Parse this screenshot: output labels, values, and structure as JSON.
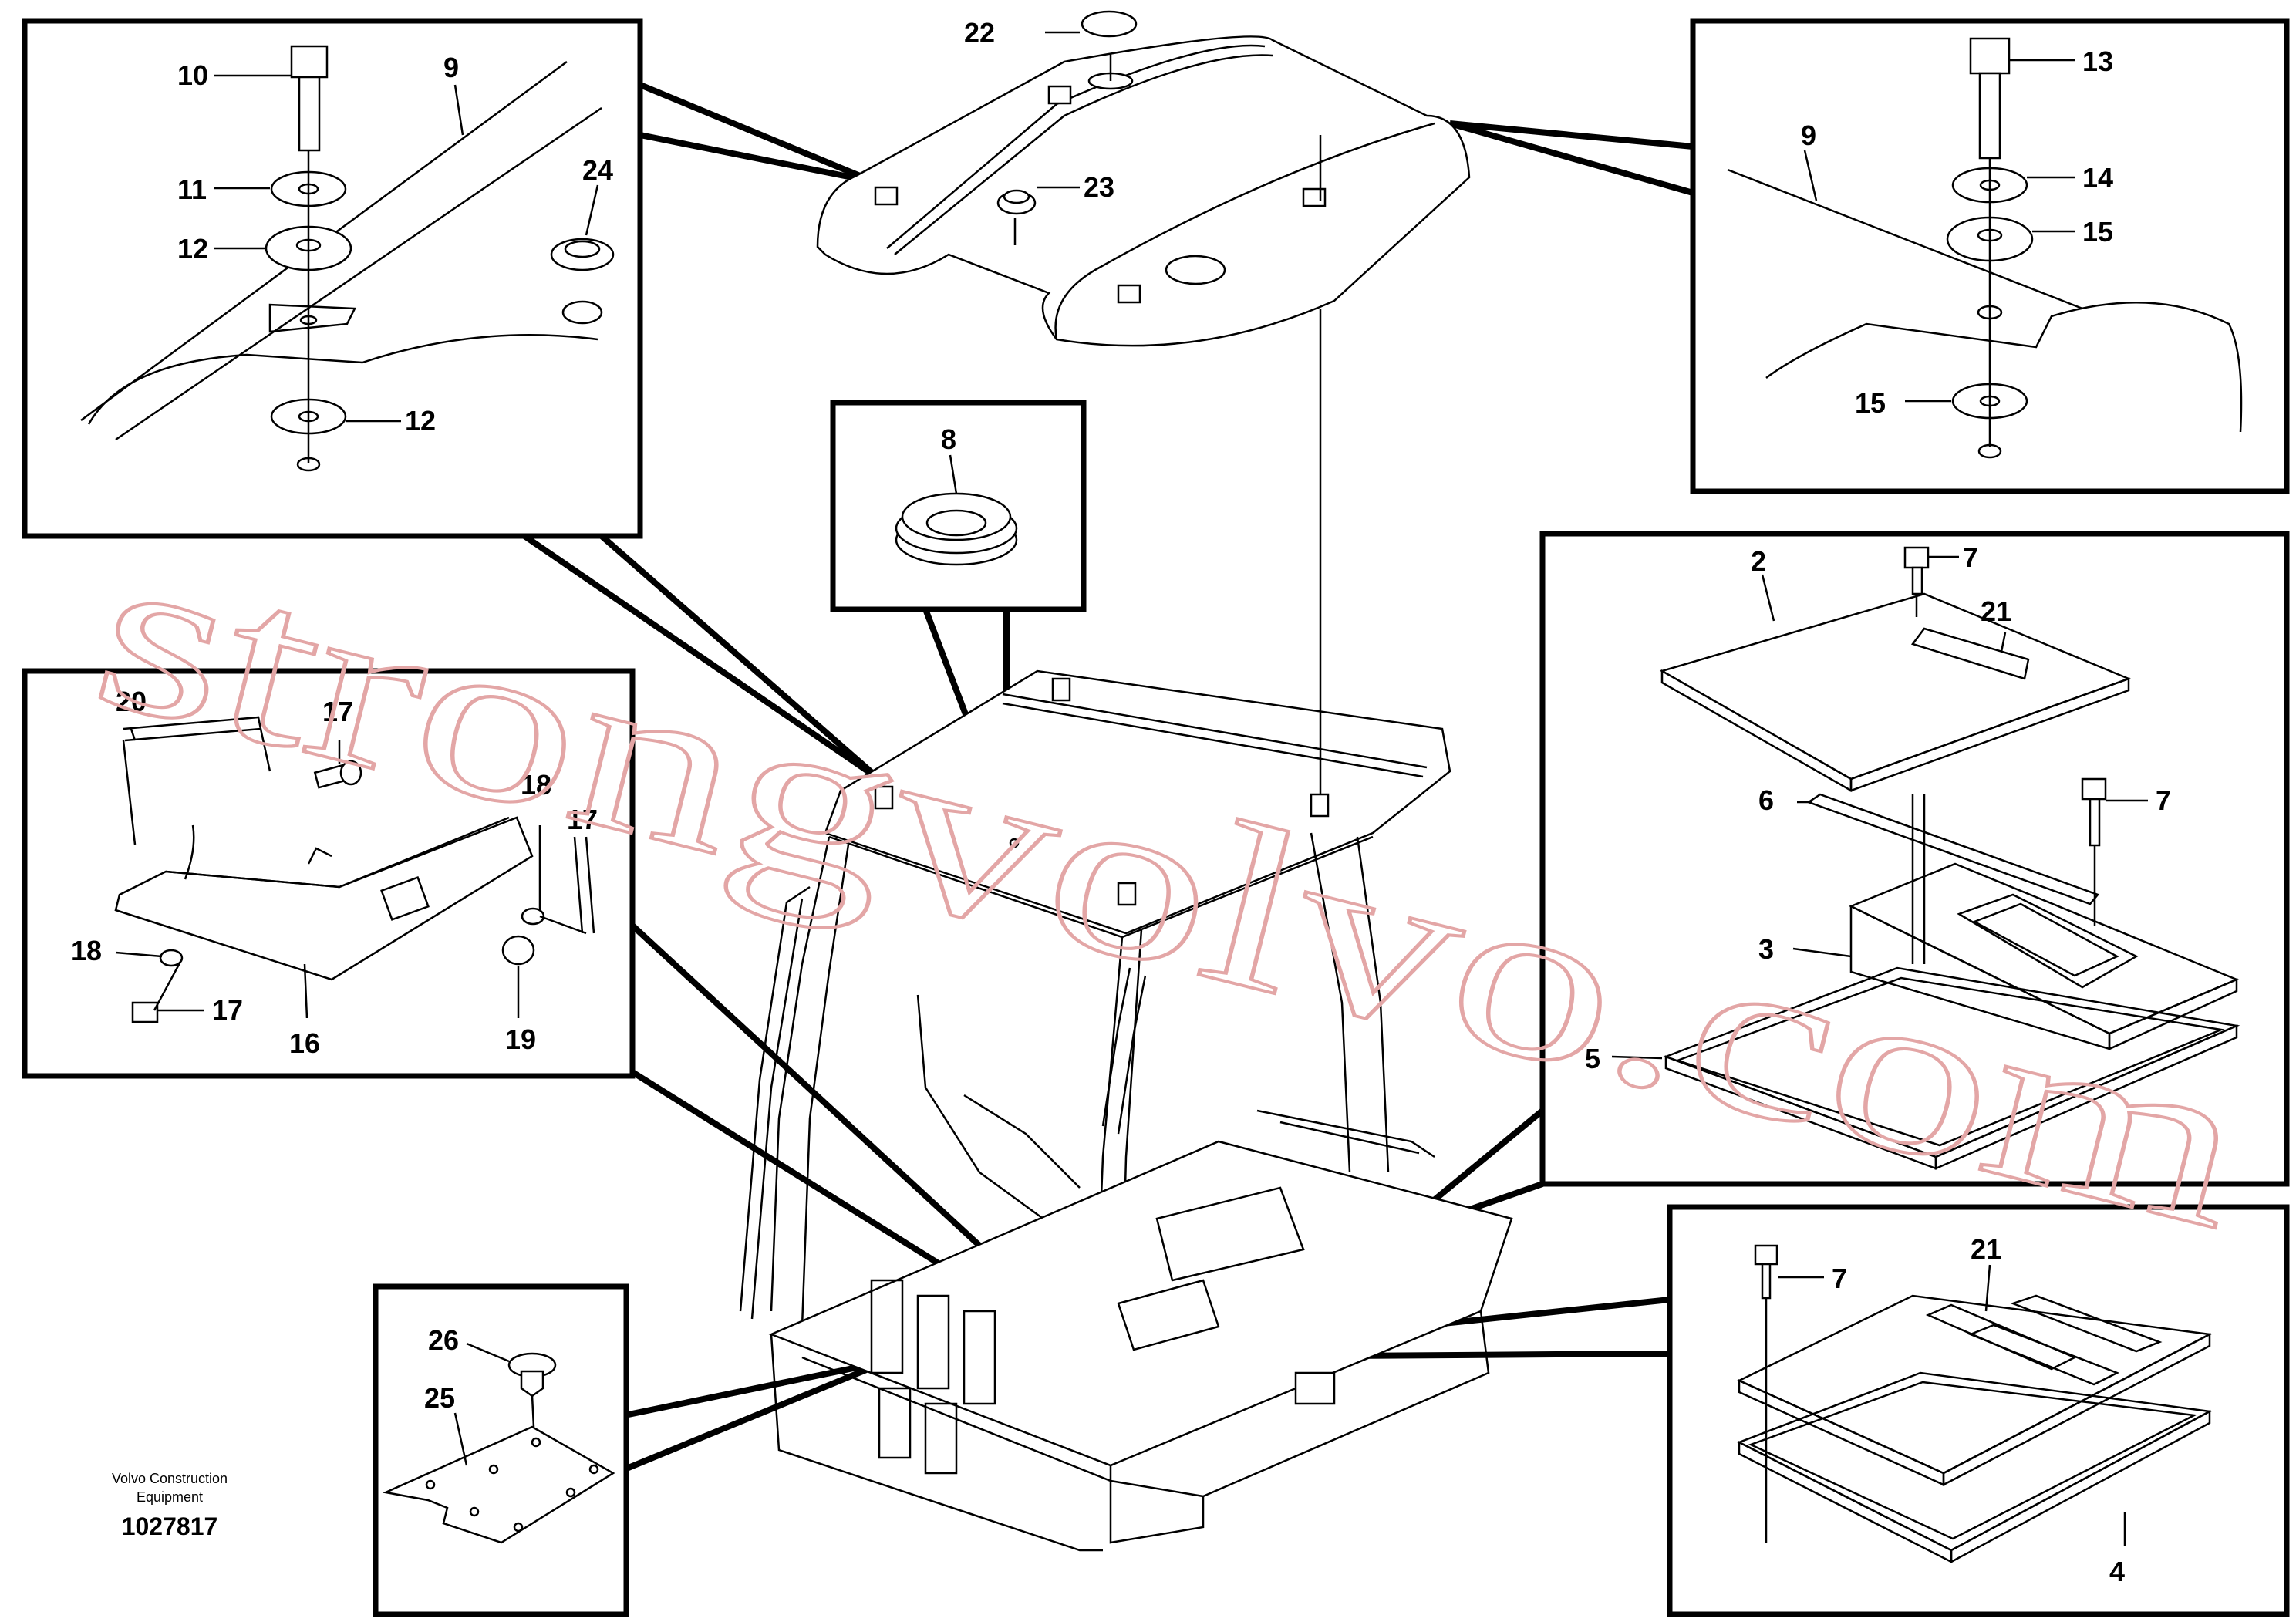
{
  "labels": {
    "l2": "2",
    "l3": "3",
    "l4": "4",
    "l5": "5",
    "l6": "6",
    "l7a": "7",
    "l7b": "7",
    "l7c": "7",
    "l8": "8",
    "l9a": "9",
    "l9b": "9",
    "l10": "10",
    "l11": "11",
    "l12a": "12",
    "l12b": "12",
    "l13": "13",
    "l14": "14",
    "l15a": "15",
    "l15b": "15",
    "l16": "16",
    "l17a": "17",
    "l17b": "17",
    "l17c": "17",
    "l18a": "18",
    "l18b": "18",
    "l19": "19",
    "l20": "20",
    "l21a": "21",
    "l21b": "21",
    "l22": "22",
    "l23": "23",
    "l24": "24",
    "l25": "25",
    "l26": "26"
  },
  "credit": {
    "line1": "Volvo Construction",
    "line2": "Equipment",
    "number": "1027817"
  },
  "watermark": "strongvolvo.com",
  "colors": {
    "ink": "#000000",
    "watermark": "#e3a6a6",
    "background": "#ffffff"
  }
}
